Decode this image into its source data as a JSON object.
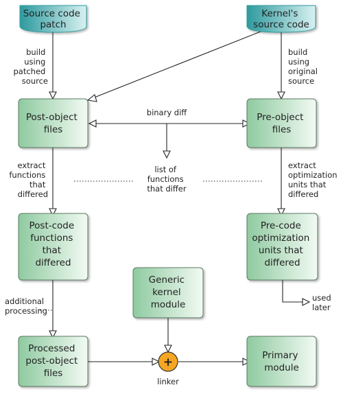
{
  "colors": {
    "cylinder_dark": "#2e9a9e",
    "cylinder_light": "#d8f1f1",
    "box_dark": "#8fcaa0",
    "box_light": "#f2faf3",
    "box_stroke": "#5a7a62",
    "line": "#222222",
    "linker_fill": "#f5a623",
    "linker_stroke": "#333333"
  },
  "sources": {
    "patch": [
      "Source code",
      "patch"
    ],
    "kernel": [
      "Kernel's",
      "source code"
    ]
  },
  "boxes": {
    "post_object": [
      "Post-object",
      "files"
    ],
    "pre_object": [
      "Pre-object",
      "files"
    ],
    "post_code": [
      "Post-code",
      "functions",
      "that",
      "differed"
    ],
    "pre_code": [
      "Pre-code",
      "optimization",
      "units that",
      "differed"
    ],
    "generic_module": [
      "Generic",
      "kernel",
      "module"
    ],
    "processed": [
      "Processed",
      "post-object",
      "files"
    ],
    "primary": [
      "Primary",
      "module"
    ]
  },
  "labels": {
    "build_patched": [
      "build",
      "using",
      "patched",
      "source"
    ],
    "build_original": [
      "build",
      "using",
      "original",
      "source"
    ],
    "binary_diff": "binary diff",
    "list_of_functions": [
      "list of",
      "functions",
      "that differ"
    ],
    "extract_functions": [
      "extract",
      "functions",
      "that",
      "differed"
    ],
    "extract_units": [
      "extract",
      "optimization",
      "units that",
      "differed"
    ],
    "additional_processing": [
      "additional",
      "processing"
    ],
    "used_later": [
      "used",
      "later"
    ],
    "linker": "linker",
    "linker_symbol": "+"
  }
}
